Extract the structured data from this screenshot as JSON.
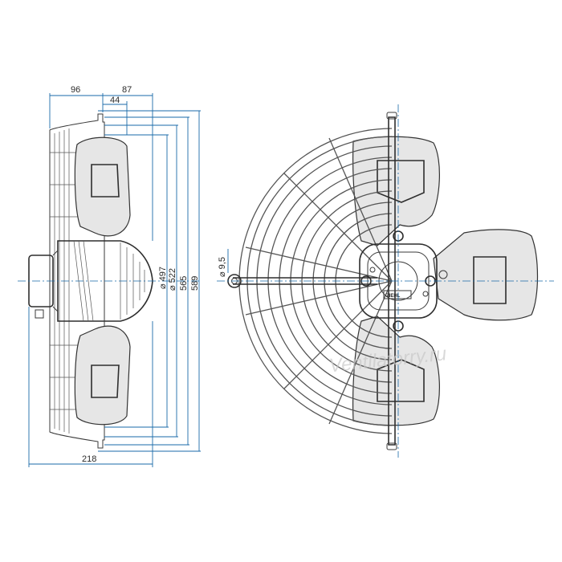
{
  "dimensions": {
    "d96": "96",
    "d87": "87",
    "d44": "44",
    "d218": "218",
    "dia497": "⌀ 497",
    "dia522": "⌀ 522",
    "d565": "565",
    "d589": "589",
    "hole": "⌀ 9,5"
  },
  "motor_label": "ZIEHL",
  "watermark": "Ventilatorry.ru",
  "colors": {
    "dimension_line": "#1a6aa8",
    "outline": "#333333",
    "blade_fill": "#e6e6e6"
  }
}
